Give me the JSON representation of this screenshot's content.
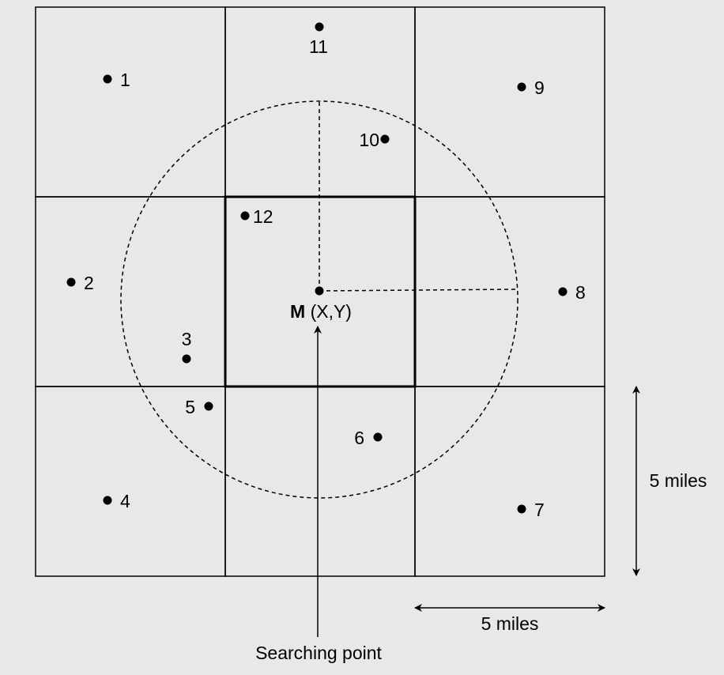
{
  "points": [
    {
      "id": "1",
      "label": "1"
    },
    {
      "id": "2",
      "label": "2"
    },
    {
      "id": "3",
      "label": "3"
    },
    {
      "id": "4",
      "label": "4"
    },
    {
      "id": "5",
      "label": "5"
    },
    {
      "id": "6",
      "label": "6"
    },
    {
      "id": "7",
      "label": "7"
    },
    {
      "id": "8",
      "label": "8"
    },
    {
      "id": "9",
      "label": "9"
    },
    {
      "id": "10",
      "label": "10"
    },
    {
      "id": "11",
      "label": "11"
    },
    {
      "id": "12",
      "label": "12"
    }
  ],
  "center": {
    "bold": "M",
    "rest": " (X,Y)"
  },
  "searching_point": "Searching point",
  "dimension_vertical": "5 miles",
  "dimension_horizontal": "5 miles"
}
